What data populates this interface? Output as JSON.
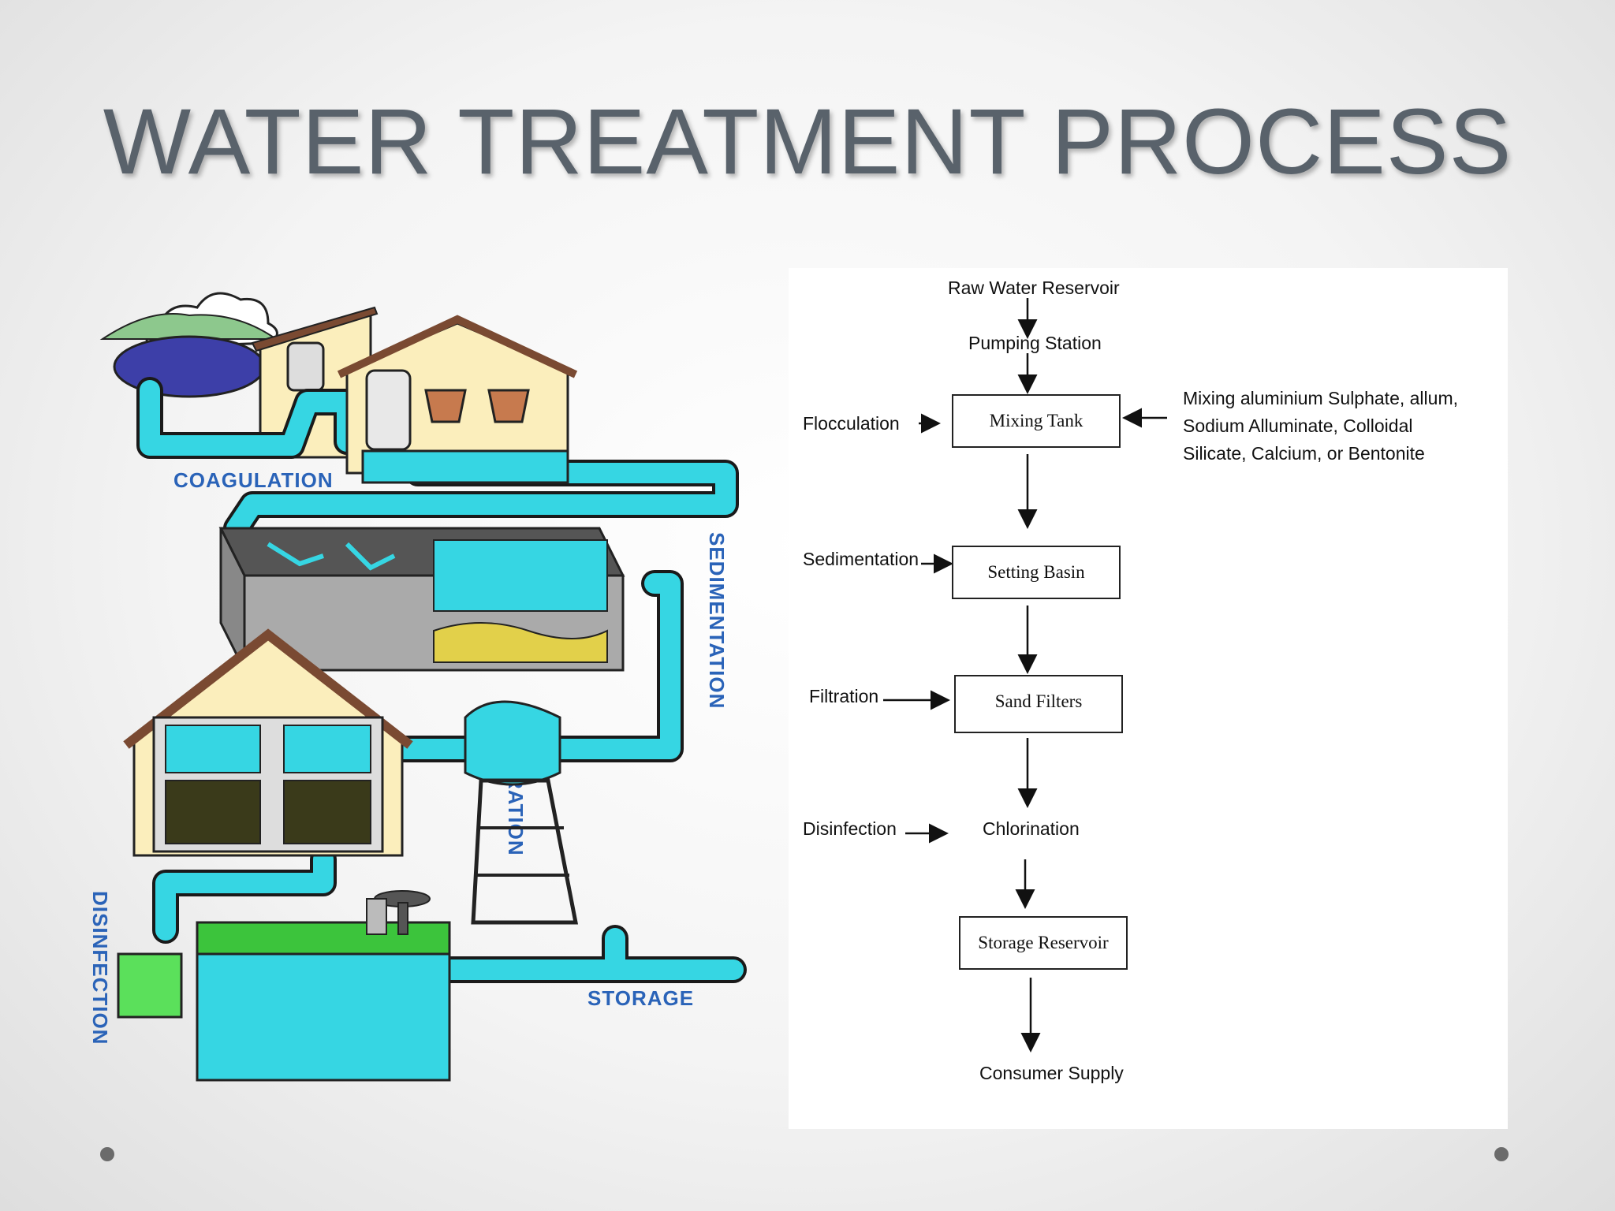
{
  "slide": {
    "title": "WATER TREATMENT PROCESS"
  },
  "illustration": {
    "labels": {
      "coagulation": "COAGULATION",
      "sedimentation": "SEDIMENTATION",
      "filtration": "FILTRATION",
      "disinfection": "DISINFECTION",
      "storage": "STORAGE"
    },
    "colors": {
      "water": "#36d6e3",
      "outline": "#1a1a1a",
      "label": "#2a63b8",
      "house_wall": "#fbeebc",
      "roof": "#7a4a32",
      "grass": "#3cc43c"
    }
  },
  "flowchart": {
    "top": {
      "raw_water": "Raw Water Reservoir",
      "pumping": "Pumping Station"
    },
    "steps": [
      {
        "input": "Flocculation",
        "box": "Mixing Tank"
      },
      {
        "input": "Sedimentation",
        "box": "Setting Basin"
      },
      {
        "input": "Filtration",
        "box": "Sand Filters"
      },
      {
        "input": "Disinfection",
        "box": "Chlorination"
      },
      {
        "box": "Storage Reservoir"
      }
    ],
    "additives": [
      "Mixing aluminium Sulphate, allum,",
      "Sodium Alluminate, Colloidal",
      "Silicate, Calcium, or Bentonite"
    ],
    "end": "Consumer Supply"
  }
}
